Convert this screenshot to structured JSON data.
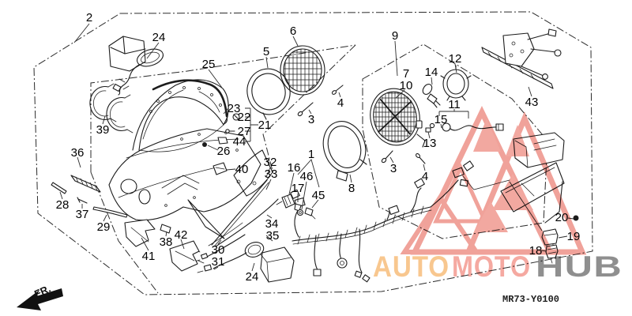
{
  "watermark": {
    "text_auto": "AUTO",
    "text_moto": "MOTO",
    "text_hub": "HUB",
    "triangle_stroke": "#f0a29a",
    "triangle_fill": "#f2a8a0",
    "auto_color": "#f8c78f",
    "moto_color": "#f5a9a1",
    "hub_color": "#8f8f8f"
  },
  "footer": {
    "diagram_code": "MR73-Y0100",
    "direction_label": "FR."
  },
  "labels": {
    "l2": "2",
    "l24a": "24",
    "l6": "6",
    "l5": "5",
    "l25": "25",
    "l9": "9",
    "l12": "12",
    "l7": "7",
    "l10": "10",
    "l14": "14",
    "l11": "11",
    "l15": "15",
    "l13": "13",
    "l43": "43",
    "l4a": "4",
    "l3a": "3",
    "l23": "23",
    "l22": "22",
    "l21": "21",
    "l27": "27",
    "l44": "44",
    "l26": "26",
    "l39": "39",
    "l36": "36",
    "l1": "1",
    "l40": "40",
    "l32": "32",
    "l33": "33",
    "l16": "16",
    "l46": "46",
    "l17": "17",
    "l3b": "3",
    "l4b": "4",
    "l8": "8",
    "l45": "45",
    "l28": "28",
    "l37": "37",
    "l29": "29",
    "l34": "34",
    "l35": "35",
    "l38": "38",
    "l42": "42",
    "l41": "41",
    "l30": "30",
    "l31": "31",
    "l24b": "24",
    "l20": "20",
    "l19": "19",
    "l18": "18"
  }
}
